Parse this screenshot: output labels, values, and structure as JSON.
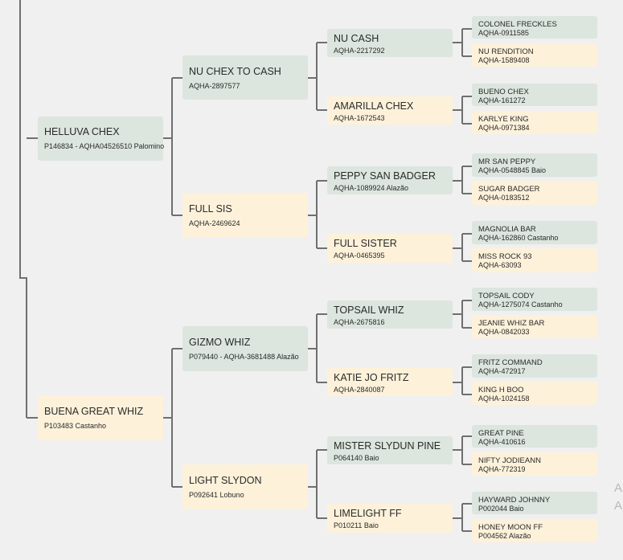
{
  "pedigree": {
    "sire": {
      "name": "HELLUVA CHEX",
      "sub": "P146834 - AQHA04526510 Palomino"
    },
    "dam": {
      "name": "BUENA GREAT WHIZ",
      "sub": "P103483 Castanho"
    },
    "gen2": [
      {
        "name": "NU CHEX TO CASH",
        "sub": "AQHA-2897577"
      },
      {
        "name": "FULL SIS",
        "sub": "AQHA-2469624"
      },
      {
        "name": "GIZMO WHIZ",
        "sub": "P079440 - AQHA-3681488 Alazão"
      },
      {
        "name": "LIGHT SLYDON",
        "sub": "P092641 Lobuno"
      }
    ],
    "gen3": [
      {
        "name": "NU CASH",
        "sub": "AQHA-2217292"
      },
      {
        "name": "AMARILLA CHEX",
        "sub": "AQHA-1672543"
      },
      {
        "name": "PEPPY SAN BADGER",
        "sub": "AQHA-1089924 Alazão"
      },
      {
        "name": "FULL SISTER",
        "sub": "AQHA-0465395"
      },
      {
        "name": "TOPSAIL WHIZ",
        "sub": "AQHA-2675816"
      },
      {
        "name": "KATIE JO FRITZ",
        "sub": "AQHA-2840087"
      },
      {
        "name": "MISTER SLYDUN PINE",
        "sub": "P064140 Baio"
      },
      {
        "name": "LIMELIGHT FF",
        "sub": "P010211 Baio"
      }
    ],
    "gen4": [
      {
        "name": "COLONEL FRECKLES",
        "sub": "AQHA-0911585"
      },
      {
        "name": "NU RENDITION",
        "sub": "AQHA-1589408"
      },
      {
        "name": "BUENO CHEX",
        "sub": "AQHA-161272"
      },
      {
        "name": "KARLYE KING",
        "sub": "AQHA-0971384"
      },
      {
        "name": "MR SAN PEPPY",
        "sub": "AQHA-0548845 Baio"
      },
      {
        "name": "SUGAR BADGER",
        "sub": "AQHA-0183512"
      },
      {
        "name": "MAGNOLIA BAR",
        "sub": "AQHA-162860 Castanho"
      },
      {
        "name": "MISS ROCK 93",
        "sub": "AQHA-63093"
      },
      {
        "name": "TOPSAIL CODY",
        "sub": "AQHA-1275074 Castanho"
      },
      {
        "name": "JEANIE WHIZ BAR",
        "sub": "AQHA-0842033"
      },
      {
        "name": "FRITZ COMMAND",
        "sub": "AQHA-472917"
      },
      {
        "name": "KING H BOO",
        "sub": "AQHA-1024158"
      },
      {
        "name": "GREAT PINE",
        "sub": "AQHA-410616"
      },
      {
        "name": "NIFTY JODIEANN",
        "sub": "AQHA-772319"
      },
      {
        "name": "HAYWARD JOHNNY",
        "sub": "P002044 Baio"
      },
      {
        "name": "HONEY MOON FF",
        "sub": "P004562 Alazão"
      }
    ]
  },
  "edge_text": [
    "A",
    "A"
  ],
  "colors": {
    "male": "#dce5de",
    "female": "#fdf1da",
    "connector": "#6f6f6f",
    "background": "#f0f0f0"
  }
}
